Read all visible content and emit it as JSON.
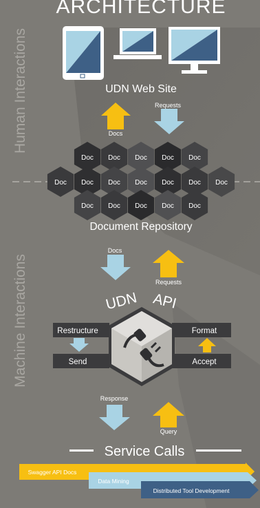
{
  "title": "ARCHITECTURE",
  "side_labels": {
    "top": "Human Interactions",
    "bottom": "Machine Interactions"
  },
  "web_site": {
    "label": "UDN Web Site",
    "devices": [
      "tablet-icon",
      "laptop-icon",
      "monitor-icon"
    ]
  },
  "flows_top": {
    "docs_label": "Docs",
    "requests_label": "Requests"
  },
  "repository": {
    "label": "Document Repository",
    "doc_label": "Doc",
    "rows": [
      5,
      7,
      5
    ]
  },
  "flows_mid": {
    "docs_label": "Docs",
    "requests_label": "Requests"
  },
  "api": {
    "title_left": "UDN",
    "title_right": "API",
    "left_blocks": [
      "Restructure",
      "Send"
    ],
    "right_blocks": [
      "Format",
      "Accept"
    ],
    "icon": "plug-icon"
  },
  "flows_bottom": {
    "response_label": "Response",
    "query_label": "Query"
  },
  "service_calls": {
    "title": "Service Calls",
    "bars": [
      "Swagger API Docs",
      "Data Mining",
      "Distributed Tool Development"
    ]
  },
  "colors": {
    "background": "#7d7b76",
    "shadow": "#6e6c68",
    "yellow": "#f7bf12",
    "blue": "#a9d3e4",
    "dark_blue": "#3e6086",
    "hex_dark": "#2f2f31",
    "api_block": "#3b3b3d",
    "white": "#ffffff"
  }
}
